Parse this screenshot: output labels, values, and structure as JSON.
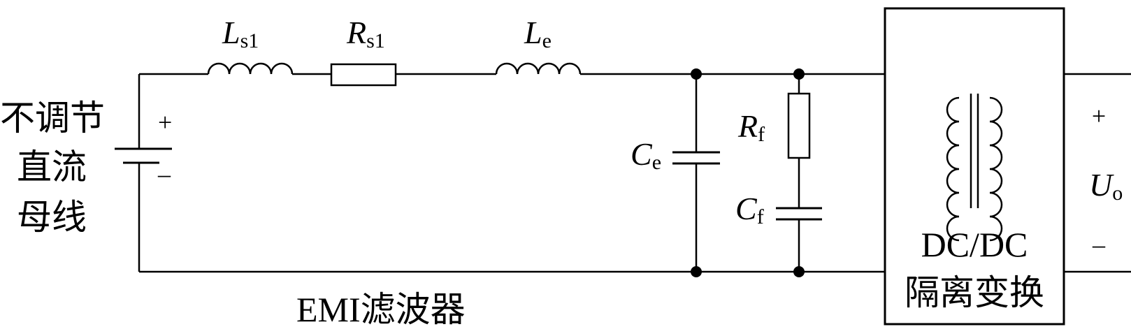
{
  "source": {
    "label_lines": [
      "不调节",
      "直流",
      "母线"
    ],
    "plus": "+",
    "minus": "–"
  },
  "components": {
    "ls1": {
      "symbol": "L",
      "subscript": "s1"
    },
    "rs1": {
      "symbol": "R",
      "subscript": "s1"
    },
    "le": {
      "symbol": "L",
      "subscript": "e"
    },
    "ce": {
      "symbol": "C",
      "subscript": "e"
    },
    "rf": {
      "symbol": "R",
      "subscript": "f"
    },
    "cf": {
      "symbol": "C",
      "subscript": "f"
    }
  },
  "filter_label": "EMI滤波器",
  "converter": {
    "line1": "DC/DC",
    "line2": "隔离变换"
  },
  "output": {
    "symbol": "U",
    "subscript": "o",
    "plus": "+",
    "minus": "–"
  }
}
